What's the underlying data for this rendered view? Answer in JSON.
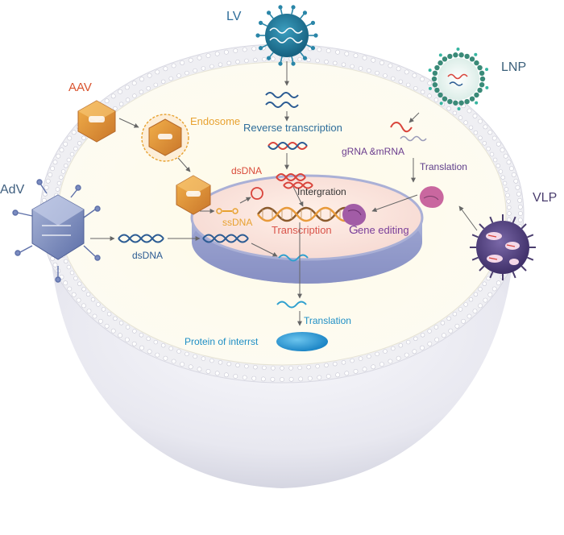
{
  "vectors": {
    "lv": "LV",
    "lnp": "LNP",
    "aav": "AAV",
    "adv": "AdV",
    "vlp": "VLP"
  },
  "labels": {
    "endosome": "Endosome",
    "dsdna_top": "dsDNA",
    "ssdna": "ssDNA",
    "dsdna_left": "dsDNA",
    "reverse_transcription": "Reverse transcription",
    "intergration": "Intergration",
    "transcription": "Transcription",
    "gene_editing_first": "G",
    "gene_editing_rest": "ene editing",
    "grna_mrna": "gRNA &mRNA",
    "translation_lnp": "Translation",
    "translation_main": "Translation",
    "protein": "Protein of interrst"
  },
  "colors": {
    "aav_label": "#d9542f",
    "lv_label": "#2e6d9a",
    "lnp_label": "#3a5f7a",
    "adv_label": "#3f5f7f",
    "vlp_label": "#4a3d6e",
    "endosome_label": "#e8a231",
    "ssdna_label": "#e8a231",
    "dsdna_top_label": "#d94b3a",
    "dna_blue": "#2b5b93",
    "rna_cyan": "#2fa0cf",
    "rna_red": "#d9443b",
    "transcription_label": "#d9544a",
    "gene_editing_label": "#7a3f9a",
    "grna_label": "#6b3d8e",
    "translation_purple": "#5e3d8a",
    "blue_text": "#2e6d9a",
    "cyan_text": "#1f8fc5",
    "protein_fill": "#2b9ad6"
  }
}
